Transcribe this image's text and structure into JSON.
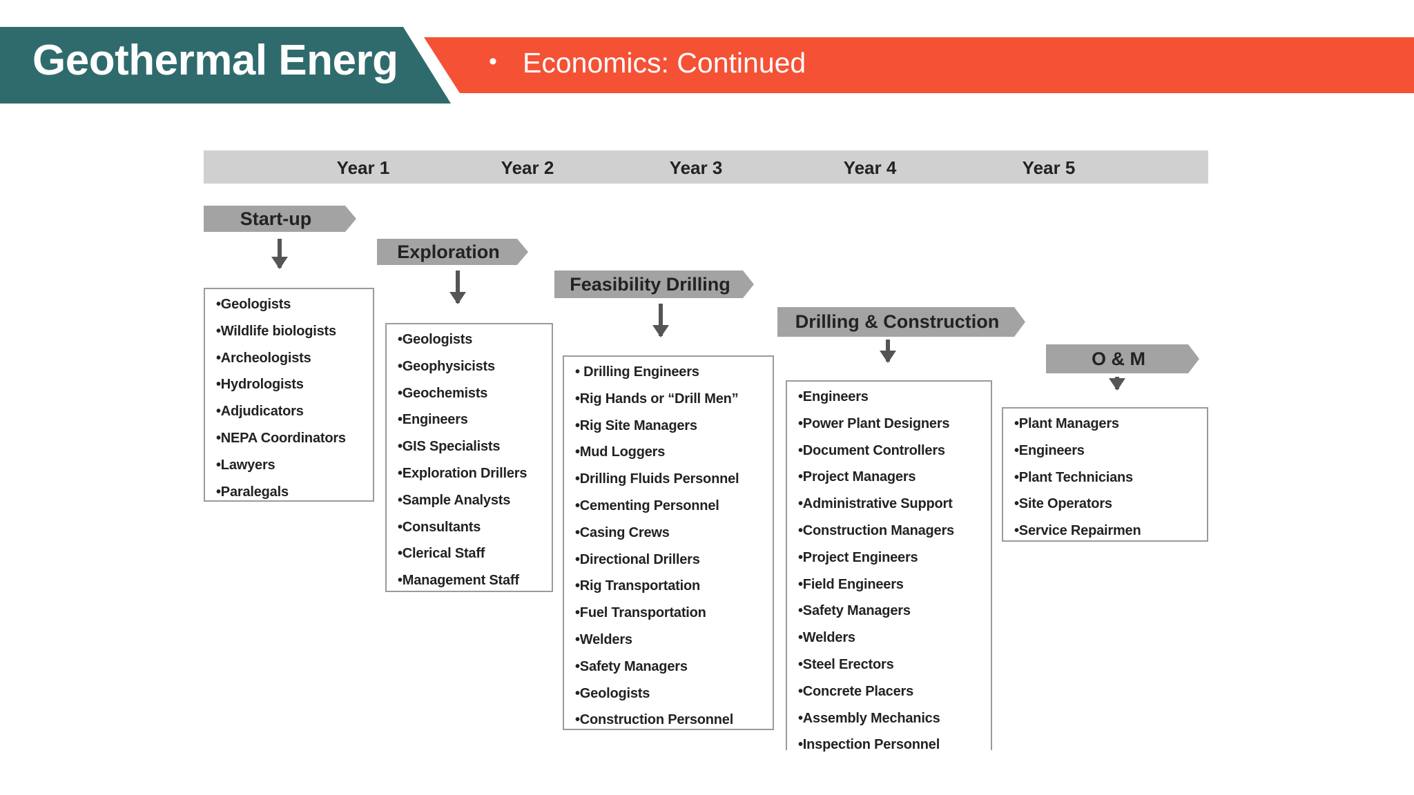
{
  "header": {
    "title": "Geothermal Energ",
    "bullet": "•",
    "subtitle": "Economics: Continued",
    "colors": {
      "title_bg": "#2f6b6c",
      "subtitle_bg": "#f55135"
    }
  },
  "years": [
    "Year 1",
    "Year 2",
    "Year 3",
    "Year 4",
    "Year 5"
  ],
  "phases": [
    {
      "label": "Start-up",
      "items": [
        "•Geologists",
        "•Wildlife biologists",
        "•Archeologists",
        "•Hydrologists",
        "•Adjudicators",
        "•NEPA Coordinators",
        "•Lawyers",
        "•Paralegals"
      ]
    },
    {
      "label": "Exploration",
      "items": [
        "•Geologists",
        "•Geophysicists",
        "•Geochemists",
        "•Engineers",
        "•GIS Specialists",
        "•Exploration Drillers",
        "•Sample Analysts",
        "•Consultants",
        "•Clerical Staff",
        "•Management Staff"
      ]
    },
    {
      "label": "Feasibility Drilling",
      "items": [
        "• Drilling Engineers",
        "•Rig Hands or “Drill Men”",
        "•Rig Site Managers",
        "•Mud Loggers",
        "•Drilling Fluids Personnel",
        "•Cementing Personnel",
        "•Casing Crews",
        "•Directional Drillers",
        "•Rig Transportation",
        "•Fuel Transportation",
        "•Welders",
        "•Safety Managers",
        "•Geologists",
        "•Construction Personnel"
      ]
    },
    {
      "label": "Drilling & Construction",
      "items": [
        "•Engineers",
        "•Power Plant Designers",
        "•Document Controllers",
        "•Project Managers",
        "•Administrative Support",
        "•Construction Managers",
        "•Project Engineers",
        "•Field Engineers",
        "•Safety Managers",
        "•Welders",
        "•Steel Erectors",
        "•Concrete Placers",
        "•Assembly Mechanics",
        "•Inspection Personnel"
      ]
    },
    {
      "label": "O & M",
      "items": [
        "•Plant Managers",
        "•Engineers",
        "•Plant Technicians",
        "•Site Operators",
        "•Service Repairmen"
      ]
    }
  ]
}
